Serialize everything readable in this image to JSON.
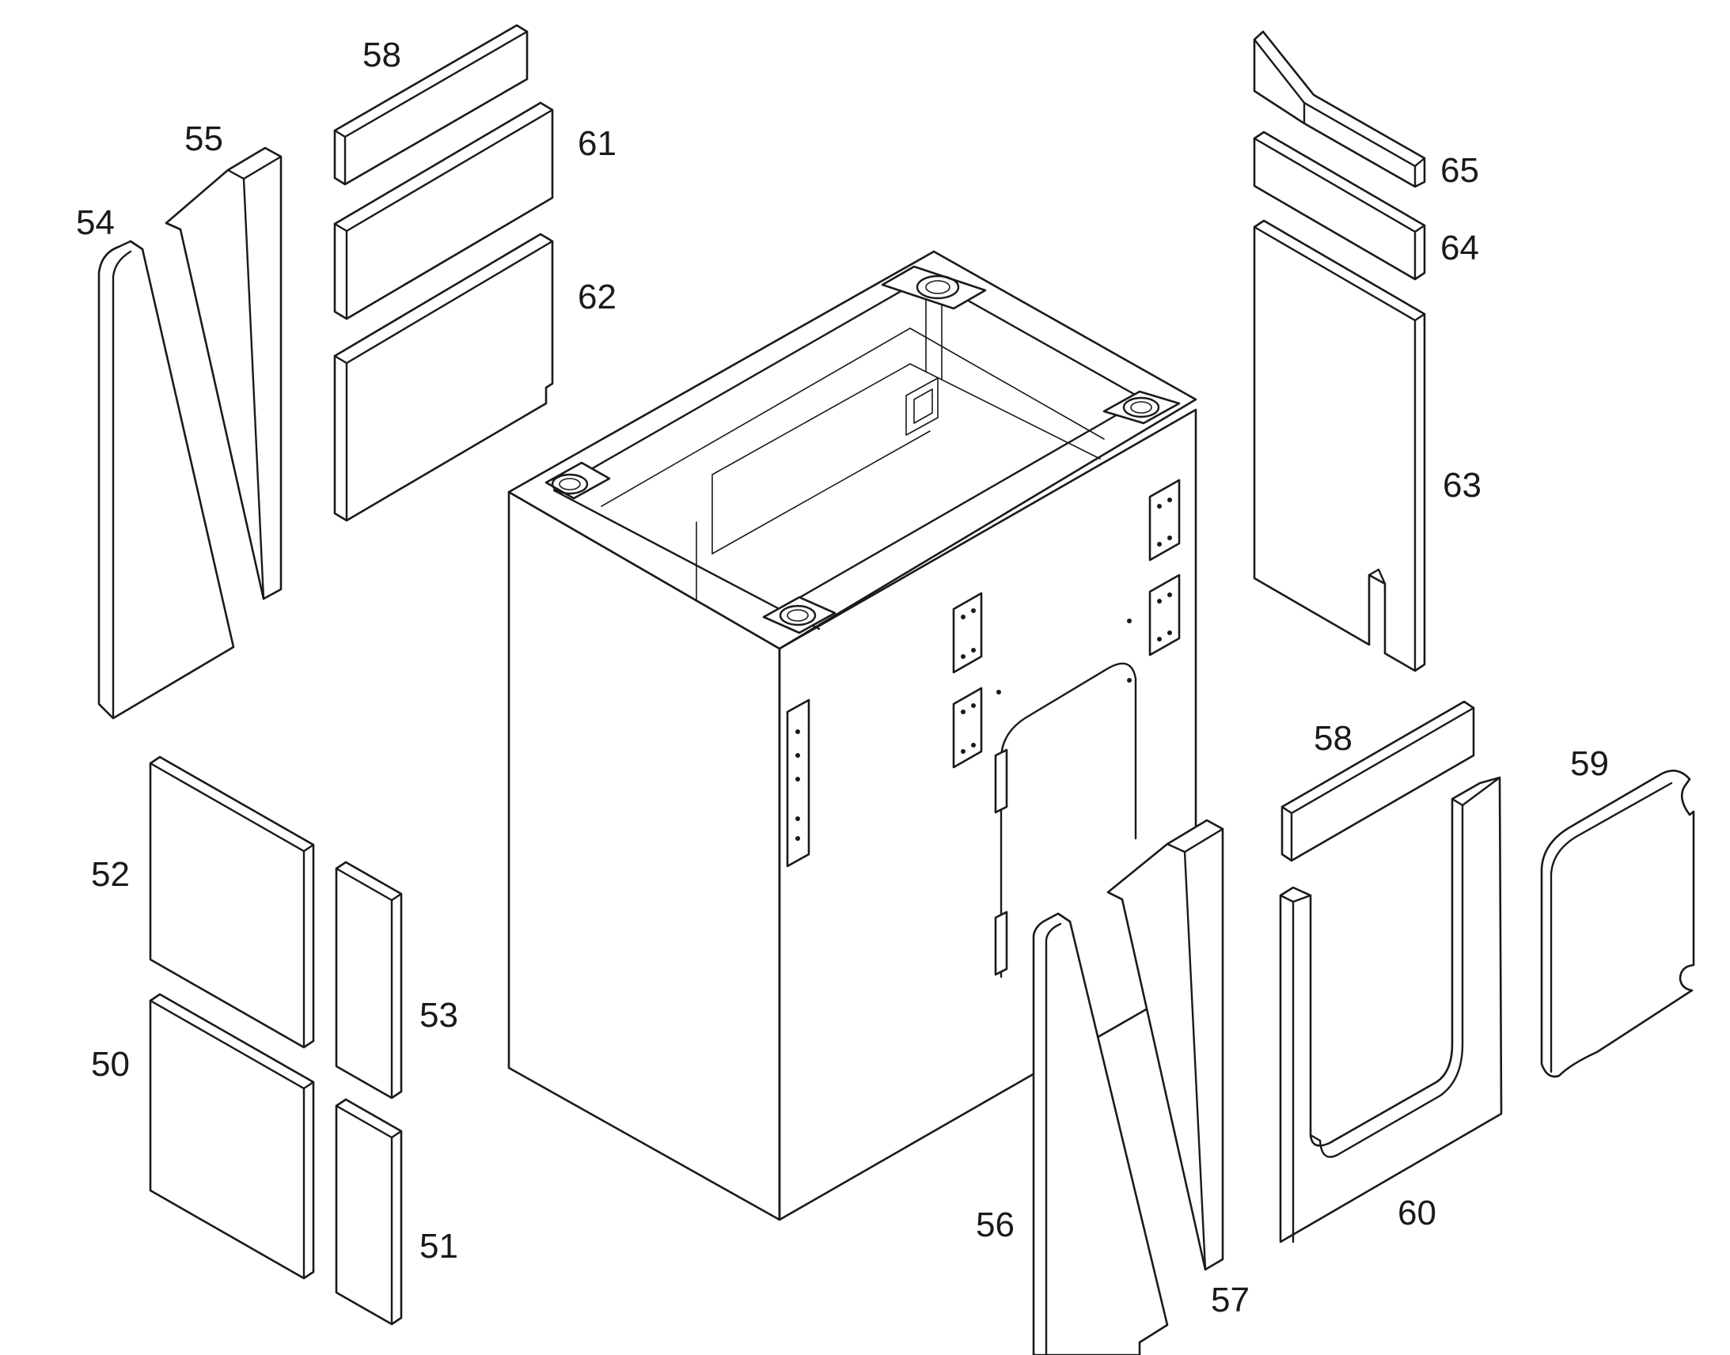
{
  "part_labels": {
    "p50": "50",
    "p51": "51",
    "p52": "52",
    "p53": "53",
    "p54": "54",
    "p55": "55",
    "p56": "56",
    "p57": "57",
    "p58_top": "58",
    "p58_right": "58",
    "p59": "59",
    "p60": "60",
    "p61": "61",
    "p62": "62",
    "p63": "63",
    "p64": "64",
    "p65": "65"
  },
  "colors": {
    "line": "#1a1a1a",
    "background": "#ffffff"
  }
}
